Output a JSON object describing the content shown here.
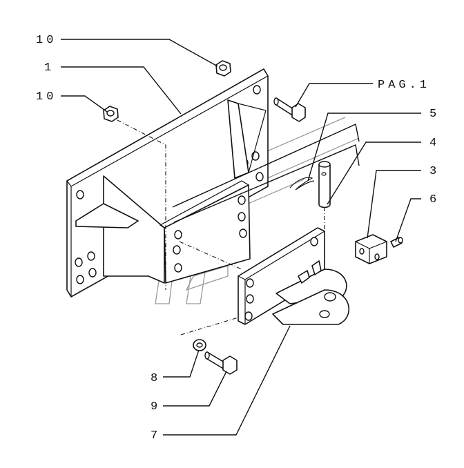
{
  "callouts": {
    "c10a": "10",
    "c1": "1",
    "c10b": "10",
    "pag": "PAG.1",
    "c5": "5",
    "c4": "4",
    "c3": "3",
    "c6": "6",
    "c8": "8",
    "c9": "9",
    "c7": "7"
  }
}
